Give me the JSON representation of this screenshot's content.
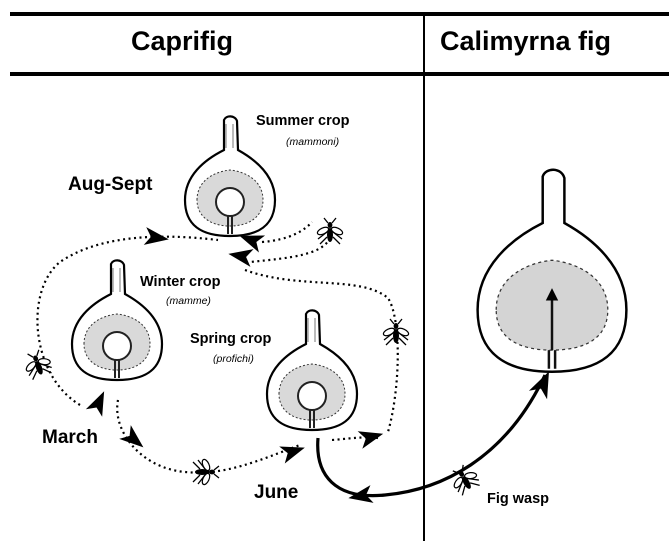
{
  "headers": {
    "left": "Caprifig",
    "right": "Calimyrna fig"
  },
  "crops": {
    "summer": {
      "name": "Summer crop",
      "local_name": "(mammoni)"
    },
    "winter": {
      "name": "Winter crop",
      "local_name": "(mamme)"
    },
    "spring": {
      "name": "Spring crop",
      "local_name": "(profichi)"
    }
  },
  "months": {
    "aug_sept": "Aug-Sept",
    "march": "March",
    "june": "June"
  },
  "pollinator_label": "Fig wasp",
  "icons": {
    "fig": "fig-cross-section-icon",
    "wasp": "fig-wasp-icon",
    "arrow": "arrowhead-icon"
  }
}
